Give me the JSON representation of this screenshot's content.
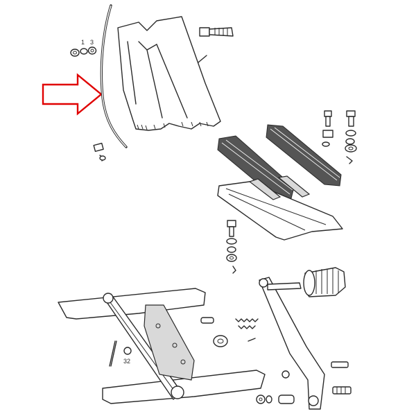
{
  "diagram": {
    "callouts": {
      "washer_1": "1",
      "washer_3": "3",
      "label_32": "32"
    },
    "arrow_color": "#e00000",
    "line_color": "#2a2a2a"
  }
}
